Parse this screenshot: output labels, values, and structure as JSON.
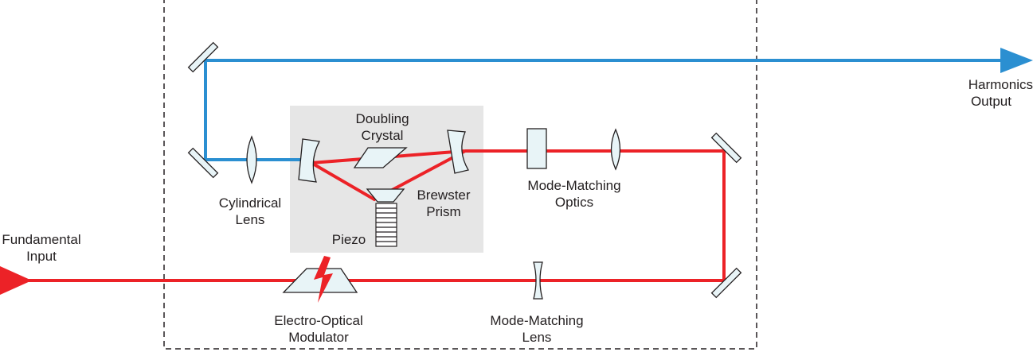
{
  "labels": {
    "harmonics_output": [
      "Harmonics",
      "Output"
    ],
    "fundamental_input": [
      "Fundamental",
      "Input"
    ],
    "doubling_crystal": [
      "Doubling",
      "Crystal"
    ],
    "cylindrical_lens": [
      "Cylindrical",
      "Lens"
    ],
    "brewster_prism": [
      "Brewster",
      "Prism"
    ],
    "piezo": [
      "Piezo"
    ],
    "mode_matching_optics": [
      "Mode-Matching",
      "Optics"
    ],
    "electro_optical_modulator": [
      "Electro-Optical",
      "Modulator"
    ],
    "mode_matching_lens": [
      "Mode-Matching",
      "Lens"
    ]
  },
  "colors": {
    "fundamental_beam": "#ec2227",
    "harmonic_beam": "#2b8fd1",
    "enclosure_border": "#231f20",
    "crystal_enclosure_fill": "#e6e6e6",
    "optic_fill": "#e8f4f7",
    "optic_stroke": "#231f20"
  }
}
